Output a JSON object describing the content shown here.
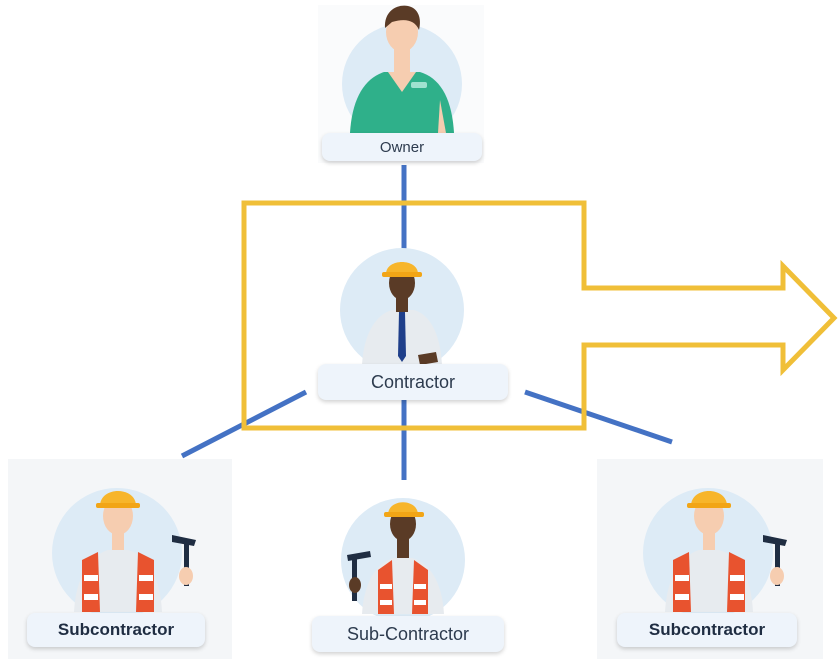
{
  "nodes": {
    "owner": {
      "label": "Owner"
    },
    "contractor": {
      "label": "Contractor"
    },
    "sub_left": {
      "label": "Subcontractor"
    },
    "sub_center": {
      "label": "Sub-Contractor"
    },
    "sub_right": {
      "label": "Subcontractor"
    }
  },
  "colors": {
    "connector": "#4472c4",
    "highlight_arrow": "#f0bf38",
    "hardhat": "#f7b52b",
    "vest": "#e8532f",
    "shirt_owner": "#2fb08a",
    "circle_bg": "#ddebf6"
  },
  "icons": [
    "person-owner-icon",
    "contractor-person-icon",
    "subcontractor-worker-icon",
    "hammer-icon",
    "hardhat-icon"
  ]
}
